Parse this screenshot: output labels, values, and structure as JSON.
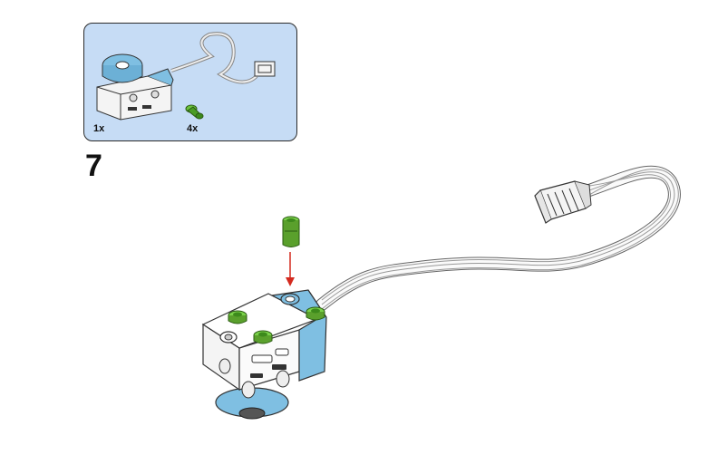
{
  "step": {
    "number": "7"
  },
  "parts": [
    {
      "name": "motor",
      "quantity": "1x",
      "icon": "motor-icon"
    },
    {
      "name": "connector-peg",
      "quantity": "4x",
      "icon": "green-peg-icon"
    }
  ],
  "colors": {
    "panel_bg": "#c6dcf5",
    "peg_green": "#5aa02c",
    "motor_blue": "#7fbfe2",
    "motor_white": "#f4f4f4",
    "arrow_red": "#d42a1f"
  }
}
